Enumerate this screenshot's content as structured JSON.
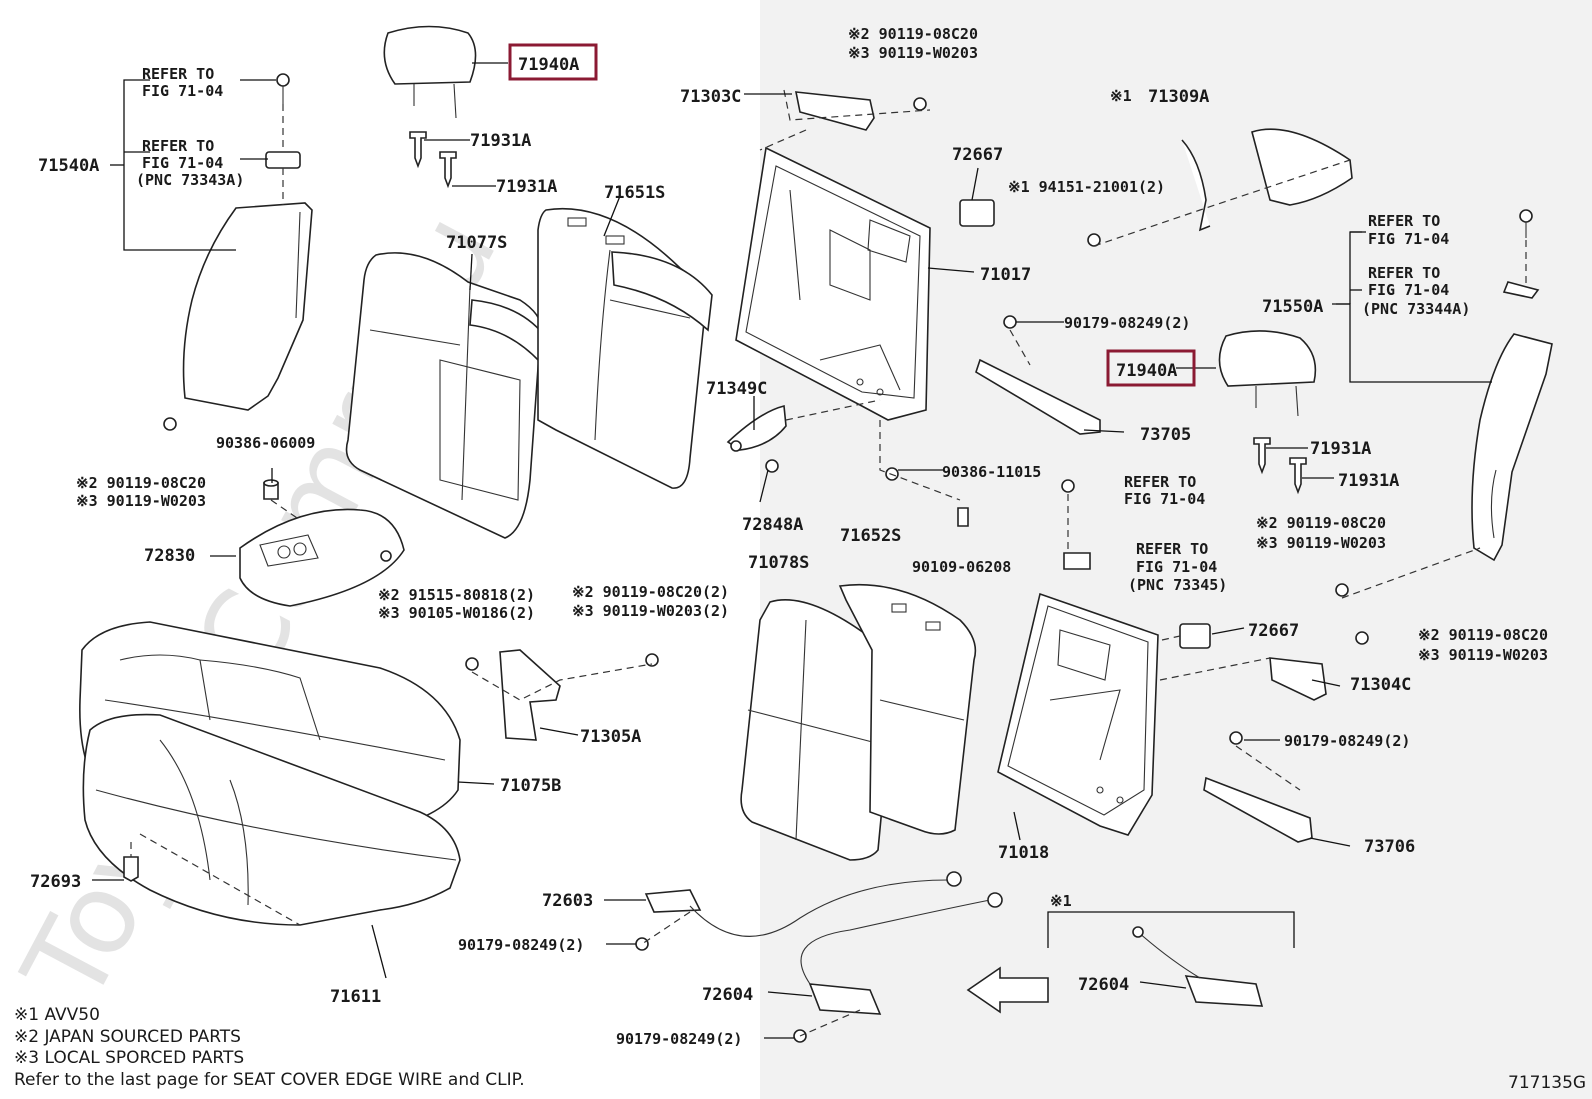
{
  "diagram": {
    "watermark": "ToyotaCamry.ru",
    "figure_code": "717135G",
    "highlight_color": "#8b1a33",
    "callouts": {
      "c71940A_top": "71940A",
      "c71940A_right": "71940A",
      "c71931A_1": "71931A",
      "c71931A_2": "71931A",
      "c71931A_3": "71931A",
      "c71931A_4": "71931A",
      "c71540A": "71540A",
      "c71550A": "71550A",
      "c71077S": "71077S",
      "c71651S": "71651S",
      "c71303C": "71303C",
      "c71309A": "71309A",
      "c72667_1": "72667",
      "c72667_2": "72667",
      "c71017": "71017",
      "c71018": "71018",
      "c71349C": "71349C",
      "c72848A": "72848A",
      "c73705": "73705",
      "c73706": "73706",
      "c71304C": "71304C",
      "c71305A": "71305A",
      "c71078S": "71078S",
      "c71652S": "71652S",
      "c72830": "72830",
      "c71075B": "71075B",
      "c72693": "72693",
      "c71611": "71611",
      "c72603": "72603",
      "c72604_1": "72604",
      "c72604_2": "72604",
      "c90386_06009": "90386-06009",
      "c90386_11015": "90386-11015",
      "c90109_06208": "90109-06208",
      "c90179_a": "90179-08249(2)",
      "c90179_b": "90179-08249(2)",
      "c90179_c": "90179-08249(2)",
      "c90179_d": "90179-08249(2)",
      "c94151": "※1 94151-21001(2)",
      "c71309A_prefix": "※1",
      "c_ref1_a": "REFER TO",
      "c_ref1_b": "FIG 71-04",
      "c_ref2_a": "REFER TO",
      "c_ref2_b": "FIG 71-04",
      "c_ref2_c": "(PNC 73343A)",
      "c_ref3_a": "REFER TO",
      "c_ref3_b": "FIG 71-04",
      "c_ref4_a": "REFER TO",
      "c_ref4_b": "FIG 71-04",
      "c_ref4_c": "(PNC 73344A)",
      "c_ref5_a": "REFER TO",
      "c_ref5_b": "FIG 71-04",
      "c_ref6_a": "REFER TO",
      "c_ref6_b": "FIG 71-04",
      "c_ref6_c": "(PNC 73345)",
      "c_top_bolt_1": "※2 90119-08C20",
      "c_top_bolt_2": "※3 90119-W0203",
      "c_left_bolt_1": "※2 90119-08C20",
      "c_left_bolt_2": "※3 90119-W0203",
      "c_right_bolt_1": "※2 90119-08C20",
      "c_right_bolt_2": "※3 90119-W0203",
      "c_mid_bolt_1": "※2 90119-08C20(2)",
      "c_mid_bolt_2": "※3 90119-W0203(2)",
      "c_hinge_bolt_1": "※2 91515-80818(2)",
      "c_hinge_bolt_2": "※3 90105-W0186(2)",
      "c_rr_bolt_1": "※2 90119-08C20",
      "c_rr_bolt_2": "※3 90119-W0203",
      "c_inset_mark": "※1"
    },
    "notes": [
      "※1 AVV50",
      "※2 JAPAN SOURCED PARTS",
      "※3 LOCAL SPORCED PARTS",
      "Refer to the last page for SEAT COVER EDGE WIRE and CLIP."
    ]
  }
}
